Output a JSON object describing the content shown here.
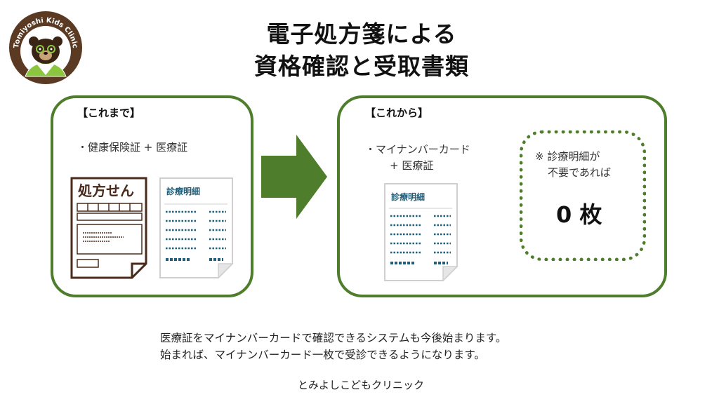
{
  "logo": {
    "arc_text": "Tomiyoshi Kids Clinic",
    "icon": "bear-doctor-icon"
  },
  "title": {
    "line1": "電子処方箋による",
    "line2": "資格確認と受取書類"
  },
  "before": {
    "heading": "【これまで】",
    "bullet": "・健康保険証 + 医療証",
    "prescription_label": "処方せん",
    "statement_label": "診療明細"
  },
  "after": {
    "heading": "【これから】",
    "bullet_line1": "・マイナンバーカード",
    "bullet_line2": "+ 医療証",
    "statement_label": "診療明細",
    "note_line1": "※ 診療明細が",
    "note_line2": "不要であれば",
    "count": "0 枚"
  },
  "message": {
    "line1": "医療証をマイナンバーカードで確認できるシステムも今後始まります。",
    "line2": "始まれば、マイナンバーカード一枚で受診できるようになります。"
  },
  "clinic_name": "とみよしこどもクリニック",
  "colors": {
    "accent_green": "#4e7d2b",
    "doc_blue": "#1f5f7a",
    "doc_brown": "#4a2a1a",
    "bear_brown": "#5a3a22"
  }
}
